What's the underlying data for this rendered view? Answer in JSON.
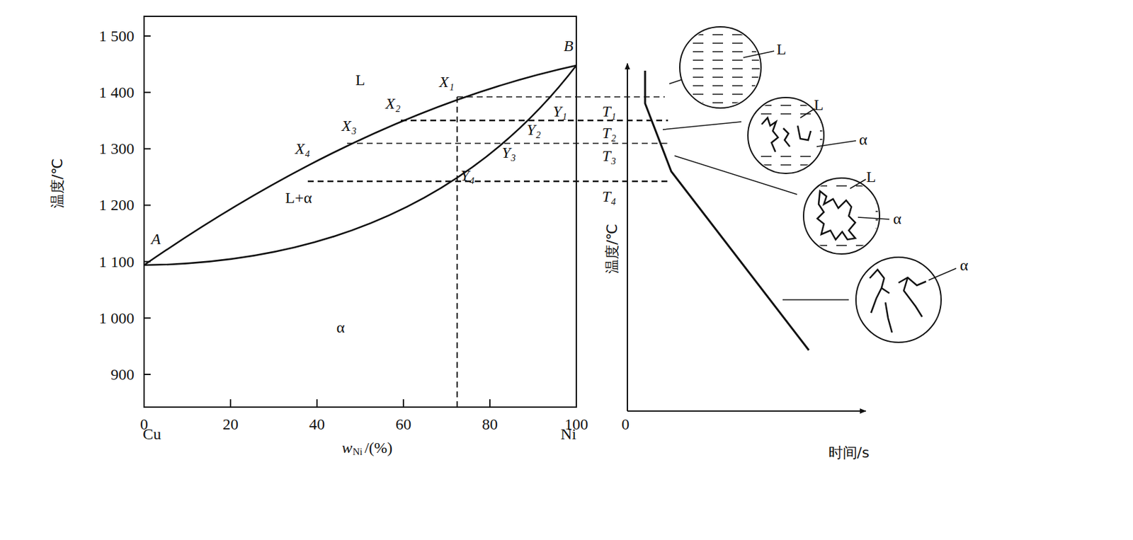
{
  "diagram": {
    "labels": [
      "1 500",
      "1 400",
      "1 300",
      "1 200",
      "1 100",
      "1 000",
      "900",
      "温度/℃",
      "0",
      "20",
      "40",
      "60",
      "80",
      "100",
      "Cu",
      "Ni",
      "w",
      "Ni",
      "/(%)",
      "A",
      "B",
      "L",
      "L+α",
      "α",
      "X₁",
      "X₂",
      "X₃",
      "X₄",
      "Y₁",
      "Y₂",
      "Y₃",
      "Y₄",
      "T₁",
      "T₂",
      "T₃",
      "T₄",
      "温度/℃",
      "0",
      "时间/s",
      "L",
      "L",
      "α",
      "L",
      "α",
      "α"
    ]
  }
}
